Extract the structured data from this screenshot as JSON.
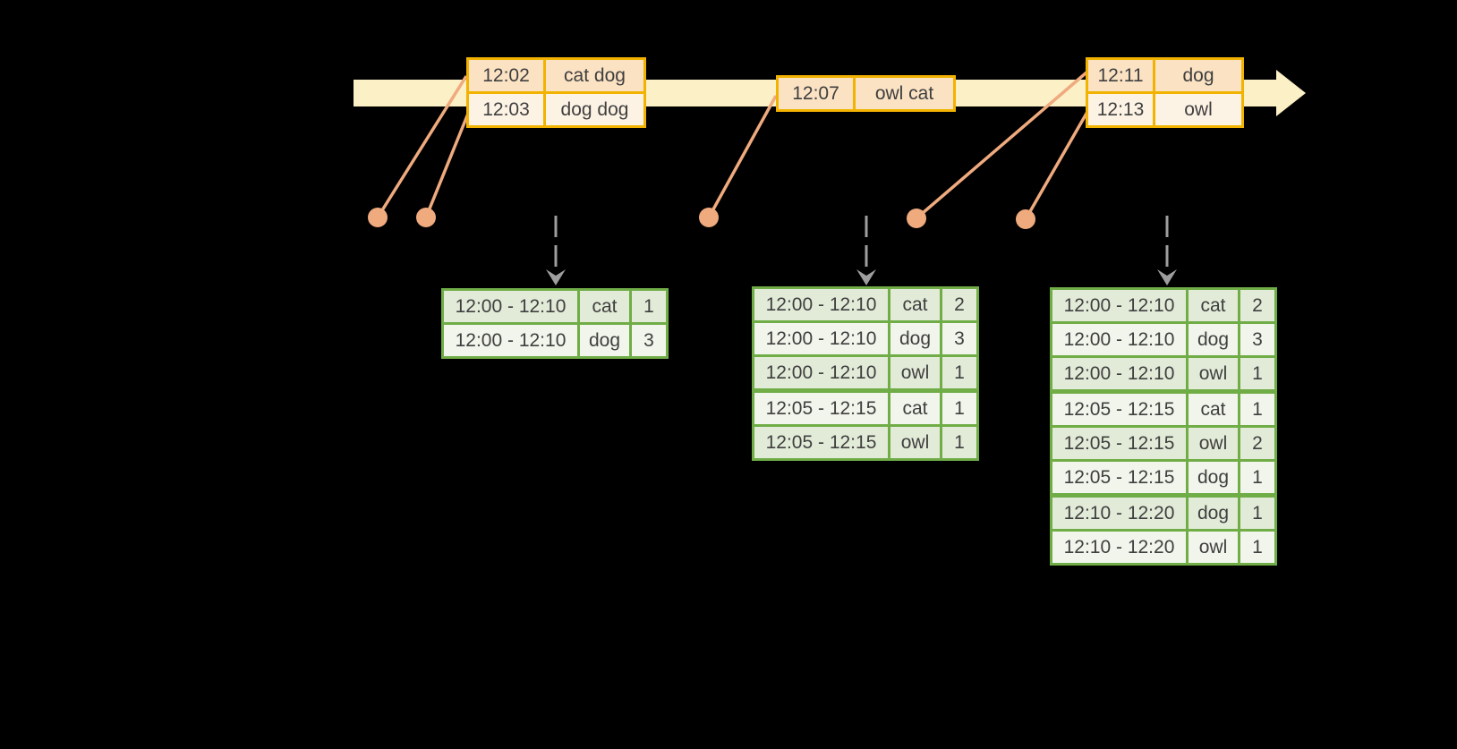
{
  "palette": {
    "background": "#000000",
    "timeline-fill": "#FCF0C6",
    "input-border": "#F2B200",
    "input-row-a": "#FAE2C3",
    "input-row-b": "#FDF3E5",
    "event-accent": "#EFAA7E",
    "result-border": "#70AD47",
    "result-row-a": "#E2EBD8",
    "result-row-b": "#F1F5EB",
    "arrow-gray": "#9E9E9E",
    "text": "#3F3F3F"
  },
  "timeline": {
    "input_tables": [
      {
        "rows": [
          {
            "time": "12:02",
            "words": "cat dog"
          },
          {
            "time": "12:03",
            "words": "dog dog"
          }
        ]
      },
      {
        "rows": [
          {
            "time": "12:07",
            "words": "owl cat"
          }
        ]
      },
      {
        "rows": [
          {
            "time": "12:11",
            "words": "dog"
          },
          {
            "time": "12:13",
            "words": "owl"
          }
        ]
      }
    ],
    "event_dots": [
      "12:02",
      "12:03",
      "12:07",
      "12:11",
      "12:13"
    ]
  },
  "results": {
    "tables": [
      {
        "rows": [
          {
            "window": "12:00 - 12:10",
            "word": "cat",
            "count": "1"
          },
          {
            "window": "12:00 - 12:10",
            "word": "dog",
            "count": "3"
          }
        ]
      },
      {
        "rows": [
          {
            "window": "12:00 - 12:10",
            "word": "cat",
            "count": "2"
          },
          {
            "window": "12:00 - 12:10",
            "word": "dog",
            "count": "3"
          },
          {
            "window": "12:00 - 12:10",
            "word": "owl",
            "count": "1"
          },
          {
            "window": "12:05 - 12:15",
            "word": "cat",
            "count": "1"
          },
          {
            "window": "12:05 - 12:15",
            "word": "owl",
            "count": "1"
          }
        ]
      },
      {
        "rows": [
          {
            "window": "12:00 - 12:10",
            "word": "cat",
            "count": "2"
          },
          {
            "window": "12:00 - 12:10",
            "word": "dog",
            "count": "3"
          },
          {
            "window": "12:00 - 12:10",
            "word": "owl",
            "count": "1"
          },
          {
            "window": "12:05 - 12:15",
            "word": "cat",
            "count": "1"
          },
          {
            "window": "12:05 - 12:15",
            "word": "owl",
            "count": "2"
          },
          {
            "window": "12:05 - 12:15",
            "word": "dog",
            "count": "1"
          },
          {
            "window": "12:10 - 12:20",
            "word": "dog",
            "count": "1"
          },
          {
            "window": "12:10 - 12:20",
            "word": "owl",
            "count": "1"
          }
        ]
      }
    ]
  }
}
